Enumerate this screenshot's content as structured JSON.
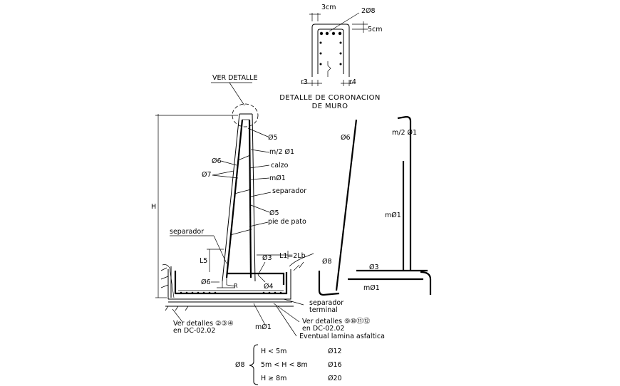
{
  "top_detail": {
    "dim_3cm": "3cm",
    "bars_top": "2Ø8",
    "dim_5cm": "5cm",
    "r3": "r3",
    "r4": "r4",
    "title_line1": "DETALLE DE CORONACION",
    "title_line2": "DE MURO"
  },
  "section": {
    "ver_detalle": "VER DETALLE",
    "h_label": "H",
    "l5_label": "L5",
    "l1_label": "L1=2Lb",
    "r_label": "R",
    "o5_top": "Ø5",
    "o6": "Ø6",
    "m2o1": "m/2 Ø1",
    "o7": "Ø7",
    "calzo": "calzo",
    "mo1": "mØ1",
    "separador_right": "separador",
    "o5_mid": "Ø5",
    "pie_de_pato": "pie de pato",
    "separador_left": "separador",
    "o3": "Ø3",
    "o4": "Ø4",
    "o6_base": "Ø6",
    "separador_terminal_1": "separador",
    "separador_terminal_2": "terminal",
    "ver_detalles_left_1": "Ver detalles ②③④",
    "ver_detalles_left_2": "en DC-02.02",
    "mo1_base": "mØ1",
    "ver_detalles_right_1": "Ver detalles ⑨⑩⑪⑫",
    "ver_detalles_right_2": "en DC-02.02",
    "lamina": "Eventual lamina asfaltica"
  },
  "bars": {
    "o6": "Ø6",
    "m2o1": "m/2 Ø1",
    "mo1": "mØ1",
    "o8": "Ø8",
    "o3": "Ø3",
    "mo1_bottom": "mØ1"
  },
  "table": {
    "symbol": "Ø8",
    "rows": [
      {
        "condition": "H < 5m",
        "value": "Ø12"
      },
      {
        "condition": "5m < H < 8m",
        "value": "Ø16"
      },
      {
        "condition": "H ≥ 8m",
        "value": "Ø20"
      }
    ]
  }
}
